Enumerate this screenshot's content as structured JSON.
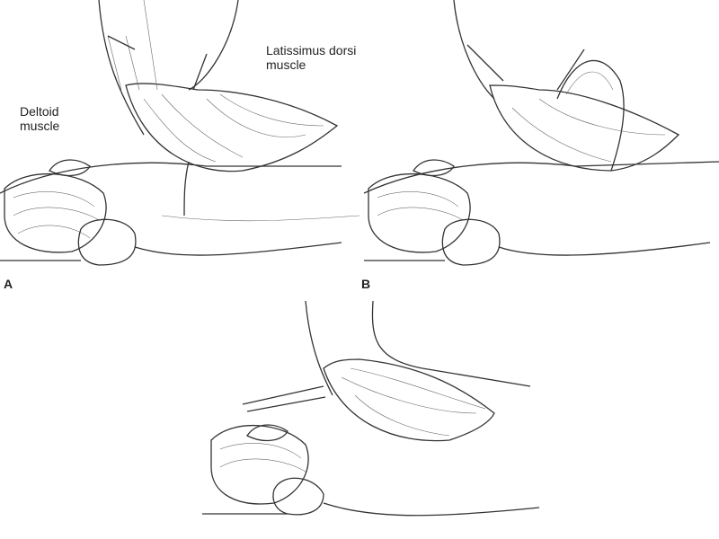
{
  "labels": {
    "latissimus": "Latissimus dorsi muscle",
    "deltoid": "Deltoid muscle"
  },
  "panels": {
    "a": "A",
    "b": "B"
  }
}
